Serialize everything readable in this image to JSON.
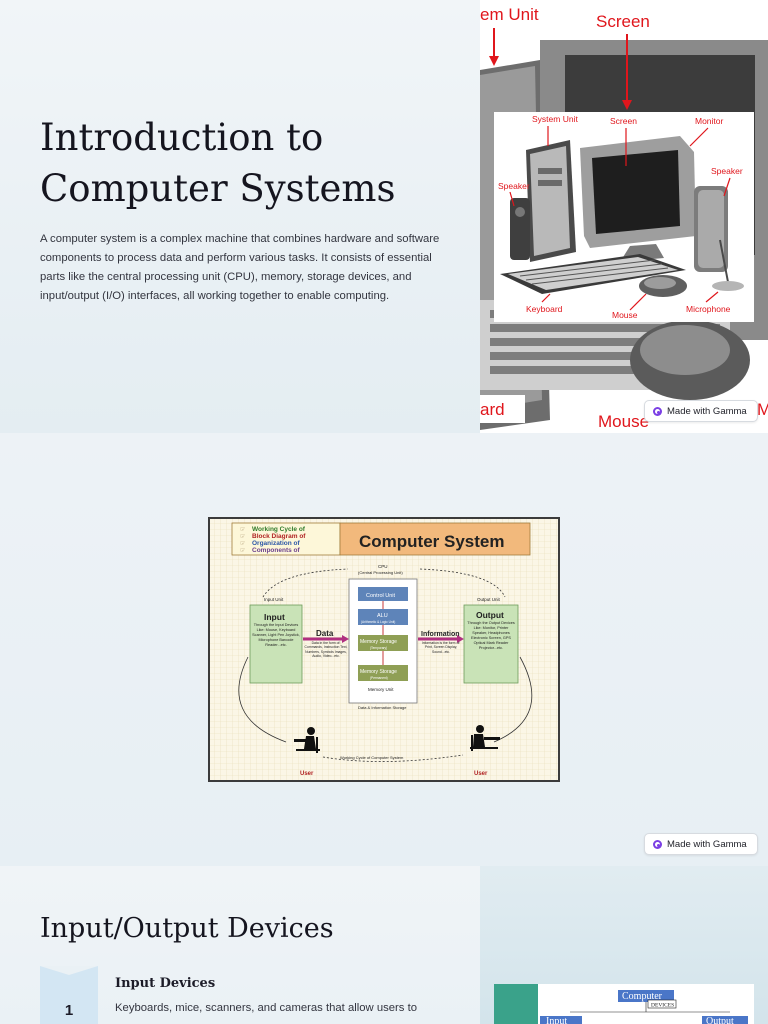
{
  "slide1": {
    "title": "Introduction to Computer Systems",
    "body": " A computer system is a complex machine that combines hardware and software components to process data and perform various tasks. It consists of essential parts like the central processing unit (CPU), memory, storage devices, and input/output (I/O) interfaces, all working together to enable computing.",
    "photo_labels": {
      "bg_system_unit": "em Unit",
      "bg_screen": "Screen",
      "bg_keyboard": "ard",
      "bg_mouse": "Mouse",
      "bg_monitor": "M",
      "system_unit": "System Unit",
      "screen": "Screen",
      "monitor": "Monitor",
      "speaker_left": "Speaker",
      "speaker_right": "Speaker",
      "keyboard": "Keyboard",
      "mouse": "Mouse",
      "microphone": "Microphone"
    },
    "badge": "Made with Gamma"
  },
  "slide2": {
    "diagram": {
      "list": [
        "Working Cycle of",
        "Block Diagram of",
        "Organization of",
        "Components of"
      ],
      "title": "Computer System",
      "cpu_label": "CPU",
      "cpu_sub": "(Central Processing Unit)",
      "input_unit": "Input Unit",
      "output_unit": "Output Unit",
      "input_title": "Input",
      "input_text": "Through the Input Devices Like: Mouse, Keyboard Scanner, Light Pen Joystick, Microphone Barcode Reader...etc.",
      "output_title": "Output",
      "output_text": "Through the Output Devices Like: Monitor, Printer Speaker, Headphones Electronic Screen, GPS Optical Mark Reader Projector...etc.",
      "control_unit": "Control Unit",
      "alu": "ALU",
      "alu_sub": "(Arithmetic & Logic Unit)",
      "memory_storage": "Memory Storage",
      "temporary": "(Temporary)",
      "permanent": "(Permanent)",
      "memory_unit": "Memory Unit",
      "data_storage": "Data & Information Storage",
      "data": "Data",
      "information": "Information",
      "data_note": "Data in the form of: Commands, Instruction Text, Numbers, Symbols Images, Audio, Video...etc.",
      "info_note": "Information is the form of: Print, Screen Display, Sound...etc.",
      "user_left": "User",
      "user_right": "User",
      "cycle": "Working Cycle of Computer System"
    },
    "badge": "Made with Gamma"
  },
  "slide3": {
    "title": "Input/Output Devices",
    "step_number": "1",
    "step_heading": "Input Devices",
    "step_text": "Keyboards, mice, scanners, and cameras that allow users to",
    "image_labels": {
      "computer": "Computer",
      "devices": "DEVICES",
      "input": "Input",
      "output": "Output"
    }
  }
}
